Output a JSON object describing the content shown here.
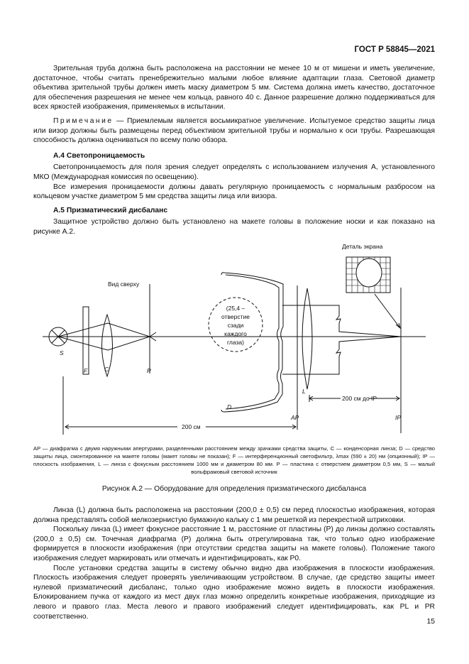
{
  "header": "ГОСТ Р 58845—2021",
  "para1": "Зрительная труба должна быть расположена на расстоянии не менее 10 м от мишени и иметь увеличение, достаточное, чтобы считать пренебрежительно малыми любое влияние адаптации глаза. Световой диаметр объектива зрительной трубы должен иметь маску диаметром 5 мм. Система должна иметь качество, достаточное для обеспечения разрешения не менее чем кольца, равного 40 с. Данное разрешение должно поддерживаться для всех яркостей изображения, применяемых в испытании.",
  "note_label": "Примечание",
  "note_text": " — Приемлемым является восьмикратное увеличение. Испытуемое средство защиты лица или визор должны быть размещены перед объективом зрительной трубы и нормально к оси трубы. Разрешающая способность должна оцениваться по всему полю обзора.",
  "a4_title": "А.4 Светопроницаемость",
  "a4_p1": "Светопроницаемость для поля зрения следует определять с использованием излучения А, установленного МКО (Международная комиссия по освещению).",
  "a4_p2": "Все измерения проницаемости должны давать регулярную проницаемость с нормальным разбросом на кольцевом участке диаметром 5 мм средства защиты лица или визора.",
  "a5_title": "А.5 Призматический дисбаланс",
  "a5_p1": "Защитное устройство должно быть установлено на макете головы в положение носки и как показано на рисунке А.2.",
  "figure": {
    "detail_label": "Деталь экрана",
    "top_view": "Вид сверху",
    "hole_lines": [
      "(25,4 –",
      "отверстие",
      "сзади",
      "каждого",
      "глаза)"
    ],
    "labels": {
      "S": "S",
      "F": "F",
      "C": "C",
      "P": "P",
      "D": "D",
      "L": "L",
      "AP": "AP",
      "IP_bottom": "IP"
    },
    "dim_200": "200 см",
    "dim_200_ip": "200 см до IP"
  },
  "legend": "AP — диафрагма с двумя наружными апертурами, разделенными расстоянием между зрачками средства защиты, C — конденсорная линза; D — средство защиты лица, смонтированное на макете головы (макет головы не показан); F — интерференционный светофильтр, λmax (590 ± 20) нм (опционный); IP — плоскость изображения, L — линза с фокусным расстоянием 1000 мм и диаметром 80 мм. P — пластина с отверстием диаметром 0,5 мм, S — малый вольфрамовый световой источник",
  "caption": "Рисунок А.2 — Оборудование для определения призматического дисбаланса",
  "para_l1": "Линза (L) должна быть расположена на расстоянии (200,0 ± 0,5) см перед плоскостью изображения, которая должна представлять собой мелкозернистую бумажную кальку с 1 мм решеткой из перекрестной штриховки.",
  "para_l2": "Поскольку линза (L) имеет фокусное расстояние 1 м, расстояние от пластины (P) до линзы должно составлять (200,0 ± 0,5) см. Точечная диафрагма (P) должна быть отрегулирована так, что только одно изображение формируется в плоскости изображения (при отсутствии средства защиты на макете головы). Положение такого изображения следует маркировать или отмечать и идентифицировать, как P0.",
  "para_l3": "После установки средства защиты в систему обычно видно два изображения в плоскости изображения. Плоскость изображения следует проверять увеличивающим устройством. В случае, где средство защиты имеет нулевой призматический дисбаланс, только одно изображение можно видеть в плоскости изображения. Блокированием пучка от каждого из мест двух глаз можно определить конкретные изображения, приходящие из левого и правого глаз. Места левого и правого изображений следует идентифицировать, как PL и PR соответственно.",
  "page_number": "15"
}
